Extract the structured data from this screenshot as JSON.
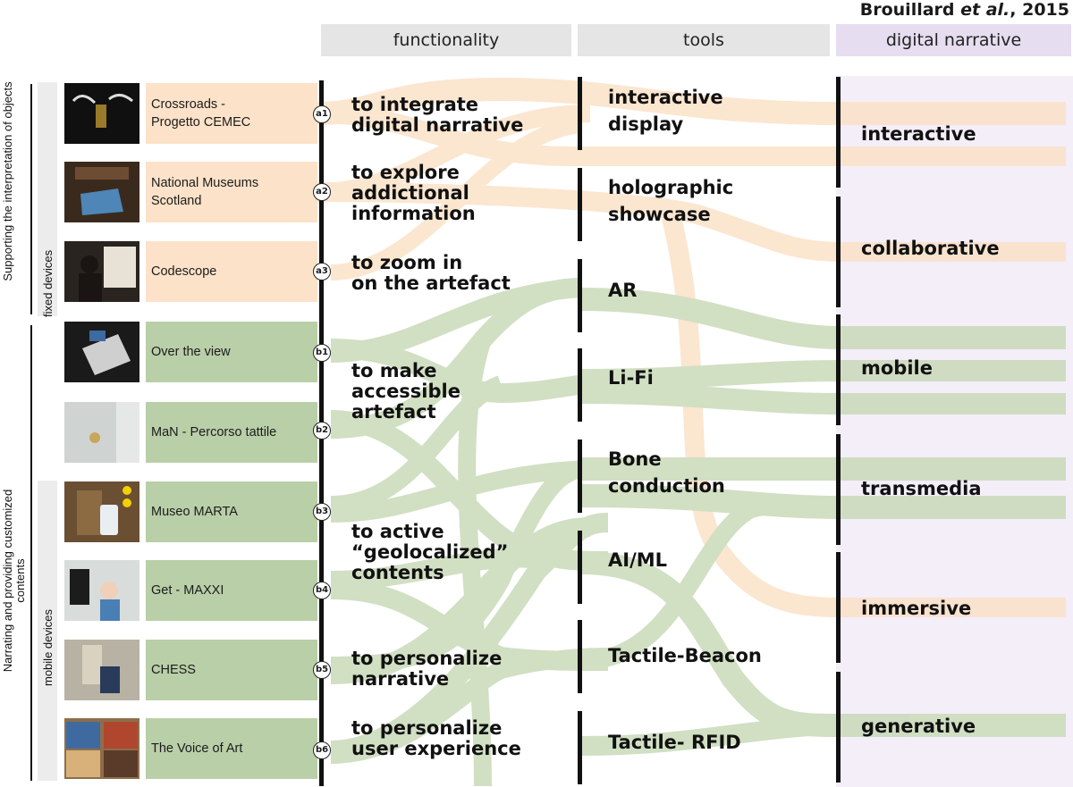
{
  "citation": {
    "authors": "Brouillard",
    "etal": "et al.",
    "year": ", 2015"
  },
  "headers": {
    "functionality": "functionality",
    "tools": "tools",
    "narrative": "digital narrative"
  },
  "groups": {
    "interpretation": "Supporting the interpretation of objects",
    "narrating": "Narrating and providing customized contents",
    "fixed": "fixed devices",
    "mobile": "mobile devices"
  },
  "cases": [
    {
      "label": "Crossroads -\nProgetto CEMEC",
      "badge": "a1",
      "color": "#fbe2c8"
    },
    {
      "label": "National Museums\nScotland",
      "badge": "a2",
      "color": "#fbe2c8"
    },
    {
      "label": "Codescope",
      "badge": "a3",
      "color": "#fbe2c8"
    },
    {
      "label": "Over the view",
      "badge": "b1",
      "color": "#b9cfa8"
    },
    {
      "label": "MaN - Percorso tattile",
      "badge": "b2",
      "color": "#b9cfa8"
    },
    {
      "label": "Museo MARTA",
      "badge": "b3",
      "color": "#b9cfa8"
    },
    {
      "label": "Get - MAXXI",
      "badge": "b4",
      "color": "#b9cfa8"
    },
    {
      "label": "CHESS",
      "badge": "b5",
      "color": "#b9cfa8"
    },
    {
      "label": "The Voice of Art",
      "badge": "b6",
      "color": "#b9cfa8"
    }
  ],
  "functionality": [
    "to integrate\ndigital narrative",
    "to explore\naddictional\ninformation",
    "to zoom in\non the artefact",
    "to make\naccessible\nartefact",
    "to active\n“geolocalized”\ncontents",
    "to personalize\nnarrative",
    "to personalize\nuser experience"
  ],
  "tools": [
    "interactive\ndisplay",
    "holographic\nshowcase",
    "AR",
    "Li-Fi",
    "Bone\nconduction",
    "AI/ML",
    "Tactile-Beacon",
    "Tactile- RFID"
  ],
  "narratives": [
    "interactive",
    "collaborative",
    "mobile",
    "transmedia",
    "immersive",
    "generative"
  ],
  "colors": {
    "orange_flow": "#fbe2c8",
    "green_flow": "#c9dab9",
    "narrative_bg": "#f3eef8"
  }
}
